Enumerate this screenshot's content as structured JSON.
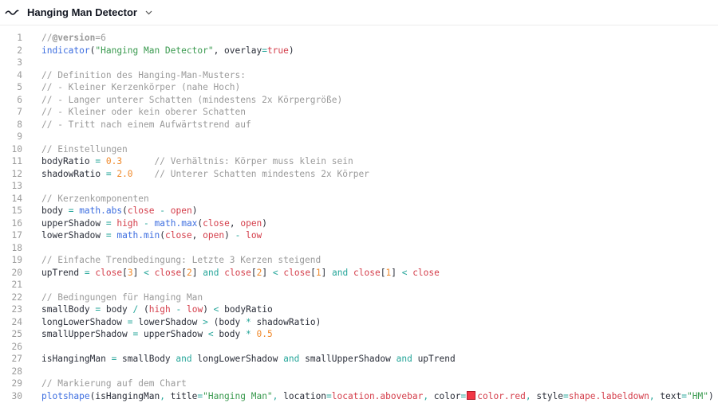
{
  "header": {
    "title": "Hanging Man Detector",
    "icon": "wave-icon",
    "dropdown_icon": "chevron-down-icon"
  },
  "colors": {
    "keyword": "#2962ff",
    "string": "#3a9a4f",
    "number": "#f08a2c",
    "builtin": "#d43d4a",
    "operator": "#26a69a",
    "comment": "#9a9a9a",
    "swatch_red": "#f23645"
  },
  "editor": {
    "lines": [
      {
        "n": "1",
        "tokens": [
          [
            "cm",
            "//"
          ],
          [
            "cmb",
            "@version"
          ],
          [
            "cm",
            "=6"
          ]
        ]
      },
      {
        "n": "2",
        "tokens": [
          [
            "fn",
            "indicator"
          ],
          [
            "code",
            "("
          ],
          [
            "str",
            "\"Hanging Man Detector\""
          ],
          [
            "code",
            ", overlay"
          ],
          [
            "op",
            "="
          ],
          [
            "bool",
            "true"
          ],
          [
            "code",
            ")"
          ]
        ]
      },
      {
        "n": "3",
        "tokens": []
      },
      {
        "n": "4",
        "tokens": [
          [
            "cm",
            "// Definition des Hanging-Man-Musters:"
          ]
        ]
      },
      {
        "n": "5",
        "tokens": [
          [
            "cm",
            "// - Kleiner Kerzenkörper (nahe Hoch)"
          ]
        ]
      },
      {
        "n": "6",
        "tokens": [
          [
            "cm",
            "// - Langer unterer Schatten (mindestens 2x Körpergröße)"
          ]
        ]
      },
      {
        "n": "7",
        "tokens": [
          [
            "cm",
            "// - Kleiner oder kein oberer Schatten"
          ]
        ]
      },
      {
        "n": "8",
        "tokens": [
          [
            "cm",
            "// - Tritt nach einem Aufwärtstrend auf"
          ]
        ]
      },
      {
        "n": "9",
        "tokens": []
      },
      {
        "n": "10",
        "tokens": [
          [
            "cm",
            "// Einstellungen"
          ]
        ]
      },
      {
        "n": "11",
        "tokens": [
          [
            "code",
            "bodyRatio "
          ],
          [
            "op",
            "="
          ],
          [
            "code",
            " "
          ],
          [
            "num",
            "0.3"
          ],
          [
            "code",
            "      "
          ],
          [
            "cm",
            "// Verhältnis: Körper muss klein sein"
          ]
        ]
      },
      {
        "n": "12",
        "tokens": [
          [
            "code",
            "shadowRatio "
          ],
          [
            "op",
            "="
          ],
          [
            "code",
            " "
          ],
          [
            "num",
            "2.0"
          ],
          [
            "code",
            "    "
          ],
          [
            "cm",
            "// Unterer Schatten mindestens 2x Körper"
          ]
        ]
      },
      {
        "n": "13",
        "tokens": []
      },
      {
        "n": "14",
        "tokens": [
          [
            "cm",
            "// Kerzenkomponenten"
          ]
        ]
      },
      {
        "n": "15",
        "tokens": [
          [
            "code",
            "body "
          ],
          [
            "op",
            "="
          ],
          [
            "code",
            " "
          ],
          [
            "fn",
            "math.abs"
          ],
          [
            "code",
            "("
          ],
          [
            "bi",
            "close"
          ],
          [
            "code",
            " "
          ],
          [
            "op",
            "-"
          ],
          [
            "code",
            " "
          ],
          [
            "bi",
            "open"
          ],
          [
            "code",
            ")"
          ]
        ]
      },
      {
        "n": "16",
        "tokens": [
          [
            "code",
            "upperShadow "
          ],
          [
            "op",
            "="
          ],
          [
            "code",
            " "
          ],
          [
            "bi",
            "high"
          ],
          [
            "code",
            " "
          ],
          [
            "op",
            "-"
          ],
          [
            "code",
            " "
          ],
          [
            "fn",
            "math.max"
          ],
          [
            "code",
            "("
          ],
          [
            "bi",
            "close"
          ],
          [
            "code",
            ", "
          ],
          [
            "bi",
            "open"
          ],
          [
            "code",
            ")"
          ]
        ]
      },
      {
        "n": "17",
        "tokens": [
          [
            "code",
            "lowerShadow "
          ],
          [
            "op",
            "="
          ],
          [
            "code",
            " "
          ],
          [
            "fn",
            "math.min"
          ],
          [
            "code",
            "("
          ],
          [
            "bi",
            "close"
          ],
          [
            "code",
            ", "
          ],
          [
            "bi",
            "open"
          ],
          [
            "code",
            ") "
          ],
          [
            "op",
            "-"
          ],
          [
            "code",
            " "
          ],
          [
            "bi",
            "low"
          ]
        ]
      },
      {
        "n": "18",
        "tokens": []
      },
      {
        "n": "19",
        "tokens": [
          [
            "cm",
            "// Einfache Trendbedingung: Letzte 3 Kerzen steigend"
          ]
        ]
      },
      {
        "n": "20",
        "tokens": [
          [
            "code",
            "upTrend "
          ],
          [
            "op",
            "="
          ],
          [
            "code",
            " "
          ],
          [
            "bi",
            "close"
          ],
          [
            "code",
            "["
          ],
          [
            "num",
            "3"
          ],
          [
            "code",
            "] "
          ],
          [
            "op",
            "<"
          ],
          [
            "code",
            " "
          ],
          [
            "bi",
            "close"
          ],
          [
            "code",
            "["
          ],
          [
            "num",
            "2"
          ],
          [
            "code",
            "] "
          ],
          [
            "and",
            "and"
          ],
          [
            "code",
            " "
          ],
          [
            "bi",
            "close"
          ],
          [
            "code",
            "["
          ],
          [
            "num",
            "2"
          ],
          [
            "code",
            "] "
          ],
          [
            "op",
            "<"
          ],
          [
            "code",
            " "
          ],
          [
            "bi",
            "close"
          ],
          [
            "code",
            "["
          ],
          [
            "num",
            "1"
          ],
          [
            "code",
            "] "
          ],
          [
            "and",
            "and"
          ],
          [
            "code",
            " "
          ],
          [
            "bi",
            "close"
          ],
          [
            "code",
            "["
          ],
          [
            "num",
            "1"
          ],
          [
            "code",
            "] "
          ],
          [
            "op",
            "<"
          ],
          [
            "code",
            " "
          ],
          [
            "bi",
            "close"
          ]
        ]
      },
      {
        "n": "21",
        "tokens": []
      },
      {
        "n": "22",
        "tokens": [
          [
            "cm",
            "// Bedingungen für Hanging Man"
          ]
        ]
      },
      {
        "n": "23",
        "tokens": [
          [
            "code",
            "smallBody "
          ],
          [
            "op",
            "="
          ],
          [
            "code",
            " body "
          ],
          [
            "op",
            "/"
          ],
          [
            "code",
            " ("
          ],
          [
            "bi",
            "high"
          ],
          [
            "code",
            " "
          ],
          [
            "op",
            "-"
          ],
          [
            "code",
            " "
          ],
          [
            "bi",
            "low"
          ],
          [
            "code",
            ") "
          ],
          [
            "op",
            "<"
          ],
          [
            "code",
            " bodyRatio"
          ]
        ]
      },
      {
        "n": "24",
        "tokens": [
          [
            "code",
            "longLowerShadow "
          ],
          [
            "op",
            "="
          ],
          [
            "code",
            " lowerShadow "
          ],
          [
            "op",
            ">"
          ],
          [
            "code",
            " (body "
          ],
          [
            "op",
            "*"
          ],
          [
            "code",
            " shadowRatio)"
          ]
        ]
      },
      {
        "n": "25",
        "tokens": [
          [
            "code",
            "smallUpperShadow "
          ],
          [
            "op",
            "="
          ],
          [
            "code",
            " upperShadow "
          ],
          [
            "op",
            "<"
          ],
          [
            "code",
            " body "
          ],
          [
            "op",
            "*"
          ],
          [
            "code",
            " "
          ],
          [
            "num",
            "0.5"
          ]
        ]
      },
      {
        "n": "26",
        "tokens": []
      },
      {
        "n": "27",
        "tokens": [
          [
            "code",
            "isHangingMan "
          ],
          [
            "op",
            "="
          ],
          [
            "code",
            " smallBody "
          ],
          [
            "and",
            "and"
          ],
          [
            "code",
            " longLowerShadow "
          ],
          [
            "and",
            "and"
          ],
          [
            "code",
            " smallUpperShadow "
          ],
          [
            "and",
            "and"
          ],
          [
            "code",
            " upTrend"
          ]
        ]
      },
      {
        "n": "28",
        "tokens": []
      },
      {
        "n": "29",
        "tokens": [
          [
            "cm",
            "// Markierung auf dem Chart"
          ]
        ]
      },
      {
        "n": "30",
        "tokens": [
          [
            "fn",
            "plotshape"
          ],
          [
            "code",
            "(isHangingMan"
          ],
          [
            "op",
            ","
          ],
          [
            "code",
            " title"
          ],
          [
            "op",
            "="
          ],
          [
            "str",
            "\"Hanging Man\""
          ],
          [
            "op",
            ","
          ],
          [
            "code",
            " location"
          ],
          [
            "op",
            "="
          ],
          [
            "bi",
            "location.abovebar"
          ],
          [
            "op",
            ","
          ],
          [
            "code",
            " color"
          ],
          [
            "op",
            "="
          ],
          [
            "swatch",
            ""
          ],
          [
            "bi",
            "color.red"
          ],
          [
            "op",
            ","
          ],
          [
            "code",
            " style"
          ],
          [
            "op",
            "="
          ],
          [
            "bi",
            "shape.labeldown"
          ],
          [
            "op",
            ","
          ],
          [
            "code",
            " text"
          ],
          [
            "op",
            "="
          ],
          [
            "str",
            "\"HM\""
          ],
          [
            "code",
            ")"
          ]
        ]
      }
    ]
  }
}
